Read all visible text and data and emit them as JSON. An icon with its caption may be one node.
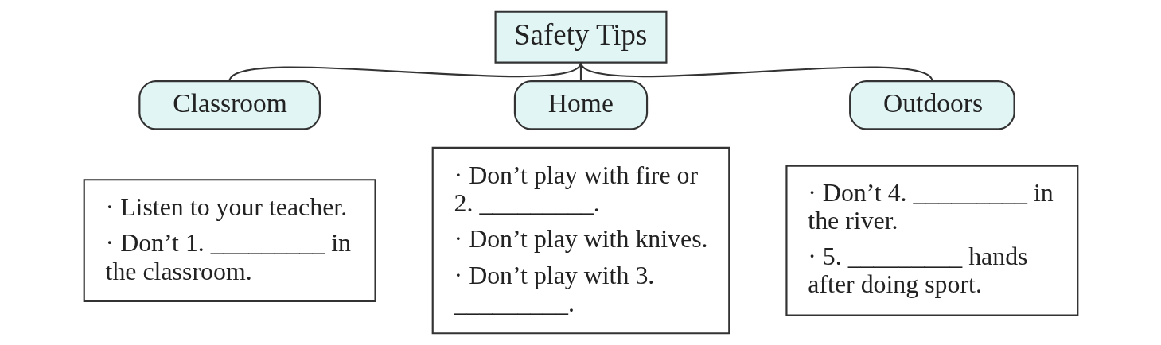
{
  "diagram": {
    "nodes": [
      {
        "text": [
          "Safety Tips"
        ]
      },
      {
        "text": [
          "Classroom"
        ]
      },
      {
        "text": [
          "· Listen to your teacher.",
          "· Don’t 1. _________ in the classroom."
        ]
      },
      {
        "text": [
          "Home"
        ]
      },
      {
        "text": [
          "· Don’t play with fire or 2. _________.",
          "· Don’t play with knives.",
          "· Don’t play with 3. _________."
        ]
      },
      {
        "text": [
          "Outdoors"
        ]
      },
      {
        "text": [
          "· Don’t 4. _________ in the river.",
          "· 5. _________ hands after doing sport."
        ]
      }
    ],
    "edges": [
      {
        "from": 0,
        "to": 1,
        "arrow": "none"
      },
      {
        "from": 0,
        "to": 3,
        "arrow": "none"
      },
      {
        "from": 0,
        "to": 5,
        "arrow": "none"
      }
    ]
  }
}
